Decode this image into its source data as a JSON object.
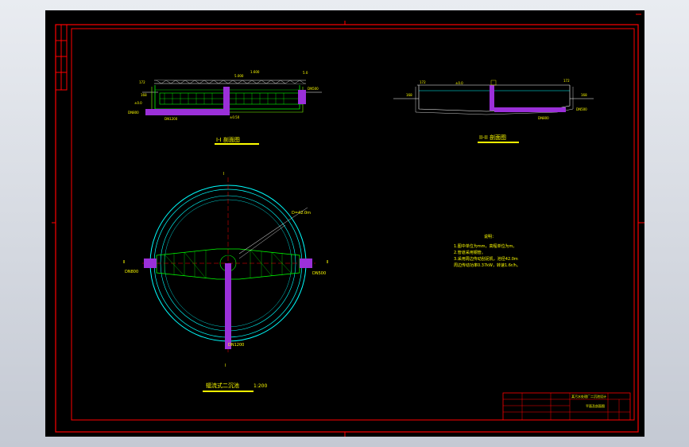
{
  "section1_title": "I-I 剖面图",
  "section2_title": "II-II 剖面图",
  "plan_title": "辐流式二沉池",
  "plan_scale": "1:200",
  "notes_title": "说明：",
  "notes": [
    "1.图中单位为mm，高程单位为m。",
    "2.管道采用钢管。",
    "3.采用周边传动刮泥机，池径42.0m",
    "  周边传动功率0.37kW，转速1.6r/h。"
  ],
  "title_block_title": "某污水处理厂二沉池设计",
  "title_block_subtitle": "平面及剖面图",
  "colors": {
    "frame": "#ff0000",
    "text": "#ffff00",
    "pipe": "#9b30d9",
    "tank": "#00ffff",
    "bridge": "#00ff00",
    "bridge_alt": "#7fff00",
    "leader": "#ffffff"
  }
}
